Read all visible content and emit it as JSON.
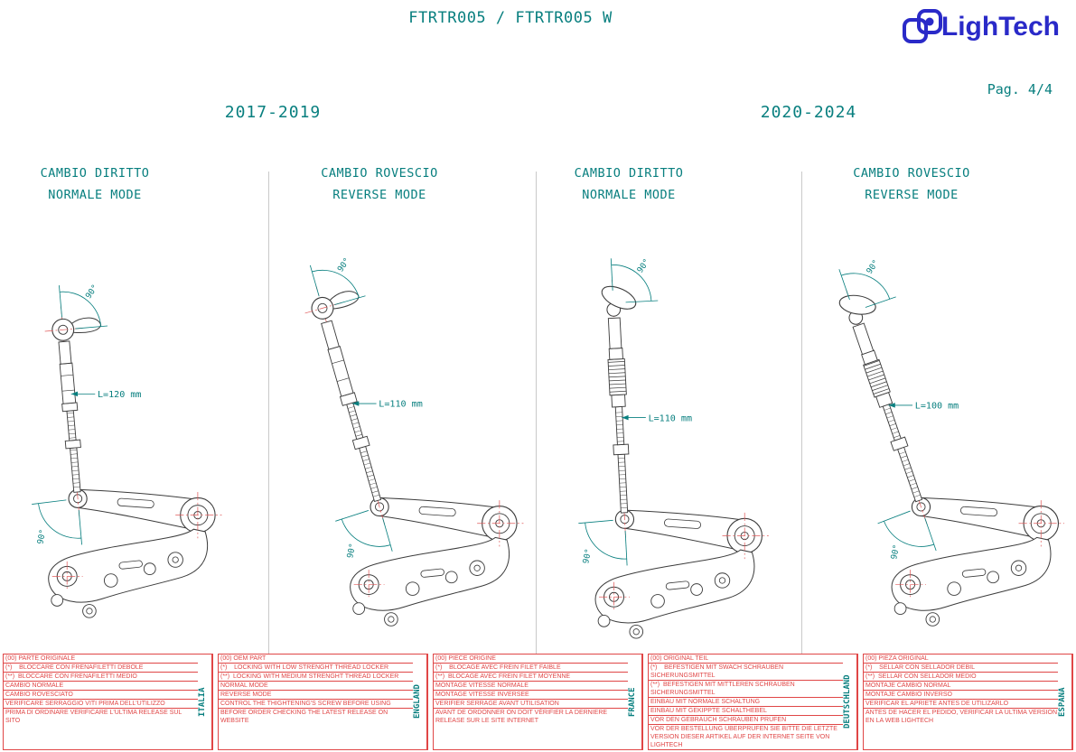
{
  "header": {
    "title": "FTRTR005 / FTRTR005 W",
    "page": "Pag. 4/4",
    "logo": "LighTech"
  },
  "groups": [
    {
      "years": "2017-2019"
    },
    {
      "years": "2020-2024"
    }
  ],
  "columns": [
    {
      "mode_line1": "CAMBIO DIRITTO",
      "mode_line2": "NORMALE MODE",
      "length": "L=120 mm",
      "angle_top": "90°",
      "angle_bottom": "90°"
    },
    {
      "mode_line1": "CAMBIO ROVESCIO",
      "mode_line2": "REVERSE MODE",
      "length": "L=110 mm",
      "angle_top": "90°",
      "angle_bottom": "90°"
    },
    {
      "mode_line1": "CAMBIO DIRITTO",
      "mode_line2": "NORMALE MODE",
      "length": "L=110 mm",
      "angle_top": "90°",
      "angle_bottom": "90°"
    },
    {
      "mode_line1": "CAMBIO ROVESCIO",
      "mode_line2": "REVERSE MODE",
      "length": "L=100 mm",
      "angle_top": "90°",
      "angle_bottom": "90°"
    }
  ],
  "legend_tables": [
    {
      "language": "ITALIA",
      "rows": [
        "(00) PARTE ORIGINALE",
        "(*)    BLOCCARE CON FRENAFILETTI DEBOLE",
        "(**)  BLOCCARE CON FRENAFILETTI MEDIO",
        "CAMBIO NORMALE",
        "CAMBIO ROVESCIATO",
        "VERIFICARE SERRAGGIO VITI PRIMA DELL'UTILIZZO",
        "PRIMA DI ORDINARE VERIFICARE L'ULTIMA RELEASE SUL SITO"
      ]
    },
    {
      "language": "ENGLAND",
      "rows": [
        "(00) OEM PART",
        "(*)    LOCKING WITH LOW STRENGHT THREAD LOCKER",
        "(**)  LOCKING WITH MEDIUM STRENGHT THREAD LOCKER",
        "NORMAL MODE",
        "REVERSE MODE",
        "CONTROL THE THIGHTENING'S SCREW BEFORE USING",
        "BEFORE ORDER CHECKING THE LATEST RELEASE ON WEBSITE"
      ]
    },
    {
      "language": "FRANCE",
      "rows": [
        "(00) PIECE ORIGINE",
        "(*)    BLOCAGE AVEC FREIN FILET FAIBLE",
        "(**)  BLOCAGE AVEC FREIN FILET MOYENNE",
        "MONTAGE VITESSE NORMALE",
        "MONTAGE VITESSE INVERSEE",
        "VERIFIER SERRAGE AVANT UTILISATION",
        "AVANT DE ORDONNER ON DOIT VÉRIFIER LA DERNIERE RELEASE SUR LE SITE INTERNET"
      ]
    },
    {
      "language": "DEUTSCHLAND",
      "rows": [
        "(00) ORIGINAL TEIL",
        "(*)    BEFESTIGEN MIT SWACH SCHRAUBEN SICHERUNGSMITTEL",
        "(**)  BEFESTIGEN MIT MITTLEREN SCHRAUBEN SICHERUNGSMITTEL",
        "EINBAU MIT NORMALE SCHALTUNG",
        "EINBAU MIT GEKIPPTE SCHALTHEBEL",
        "VOR DEN GEBRAUCH SCHRAUBEN PRÜFEN",
        "VOR DER BESTELLUNG ÜBERPRÜFEN SIE BITTE DIE LETZTE VERSION DIESER ARTIKEL AUF DER INTERNET SEITE VON LIGHTECH"
      ]
    },
    {
      "language": "ESPAÑA",
      "rows": [
        "(00) PIEZA ORIGINAL",
        "(*)    SELLAR CON SELLADOR DEBIL",
        "(**)  SELLAR CON SELLADOR MEDIO",
        "MONTAJE CAMBIO NORMAL",
        "MONTAJE CAMBIO INVERSO",
        "VERIFICAR EL APRIETE ANTES DE UTILIZARLO",
        "ANTES DE HACER EL PEDIDO, VERIFICAR LA ULTIMA VERSION EN LA WEB LIGHTECH"
      ]
    }
  ],
  "colors": {
    "teal": "#087f7f",
    "red": "#e04646",
    "centerline": "#e05a5a",
    "line": "#3c3c3c",
    "logo_blue": "#2a2ac8"
  }
}
